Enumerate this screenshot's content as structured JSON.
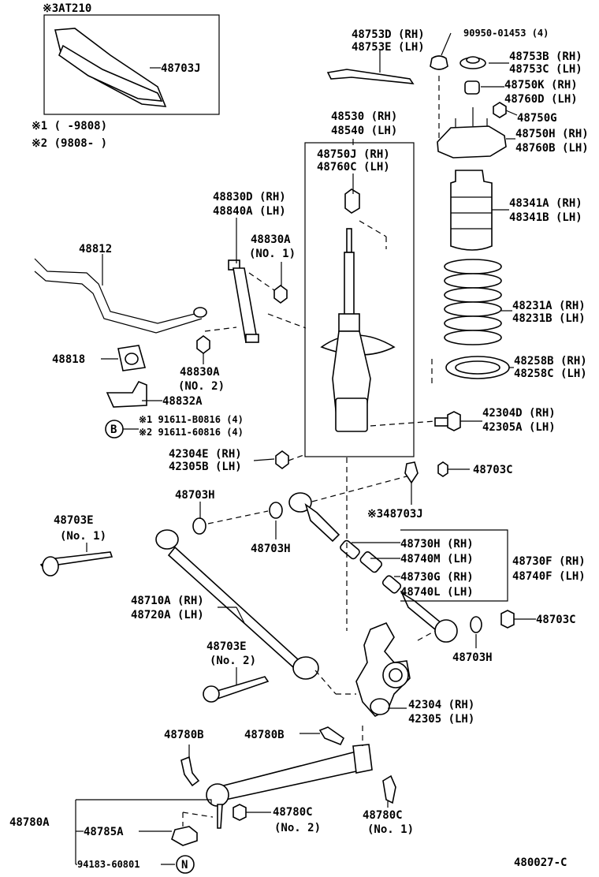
{
  "diagram_code": "480027-C",
  "inset": {
    "title": "※3AT210",
    "part": "48703J"
  },
  "notes": {
    "n1": "※1  (      -9808)",
    "n2": "※2  (9808-       )"
  },
  "labels": {
    "p48753D": "48753D (RH)",
    "p48753E": "48753E (LH)",
    "p90950": "90950-01453 (4)",
    "p48753B": "48753B (RH)",
    "p48753C": "48753C (LH)",
    "p48750K": "48750K (RH)",
    "p48760D": "48760D (LH)",
    "p48750G": "48750G",
    "p48530": "48530 (RH)",
    "p48540": "48540 (LH)",
    "p48750H": "48750H (RH)",
    "p48760B": "48760B (LH)",
    "p48750J": "48750J (RH)",
    "p48760C": "48760C (LH)",
    "p48341A": "48341A (RH)",
    "p48341B": "48341B (LH)",
    "p48830D": "48830D (RH)",
    "p48840A": "48840A (LH)",
    "p48830A1": "48830A",
    "p48830A1n": "(NO. 1)",
    "p48812": "48812",
    "p48231A": "48231A (RH)",
    "p48231B": "48231B (LH)",
    "p48818": "48818",
    "p48830A2": "48830A",
    "p48830A2n": "(NO. 2)",
    "p48258B": "48258B (RH)",
    "p48258C": "48258C (LH)",
    "p48832A": "48832A",
    "b1": "※1 91611-B0816 (4)",
    "b2": "※2 91611-60816 (4)",
    "badgeB": "B",
    "p42304D": "42304D (RH)",
    "p42305A": "42305A (LH)",
    "p42304E": "42304E (RH)",
    "p42305B": "42305B (LH)",
    "p48703C1": "48703C",
    "p48703H1": "48703H",
    "p48703J": "※348703J",
    "p48703E1": "48703E",
    "p48703E1n": "(No. 1)",
    "p48703H2": "48703H",
    "p48730H": "48730H (RH)",
    "p48740M": "48740M (LH)",
    "p48730F": "48730F (RH)",
    "p48740F": "48740F (LH)",
    "p48730G": "48730G (RH)",
    "p48740L": "48740L (LH)",
    "p48710A": "48710A (RH)",
    "p48720A": "48720A (LH)",
    "p48703C2": "48703C",
    "p48703E2": "48703E",
    "p48703E2n": "(No. 2)",
    "p48703H3": "48703H",
    "p42304": "42304 (RH)",
    "p42305": "42305 (LH)",
    "p48780B1": "48780B",
    "p48780B2": "48780B",
    "p48780A": "48780A",
    "p48785A": "48785A",
    "p48780C1": "48780C",
    "p48780C1n": "(No. 2)",
    "p48780C2": "48780C",
    "p48780C2n": "(No. 1)",
    "p94183": "94183-60801",
    "badgeN": "N"
  }
}
